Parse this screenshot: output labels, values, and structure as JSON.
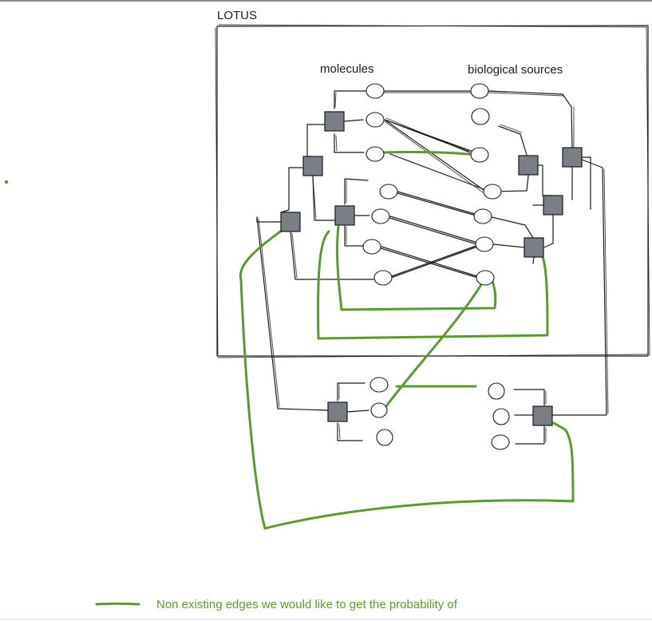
{
  "diagram": {
    "frame_title": "LOTUS",
    "column_labels": {
      "left": "molecules",
      "right": "biological sources"
    },
    "legend": {
      "text": "Non existing edges we would like to get the probability of",
      "color": "#5b9a2e"
    },
    "colors": {
      "ink": "#1a1a1a",
      "hub": "#7a7f87",
      "highlight": "#5b9a2e"
    }
  }
}
